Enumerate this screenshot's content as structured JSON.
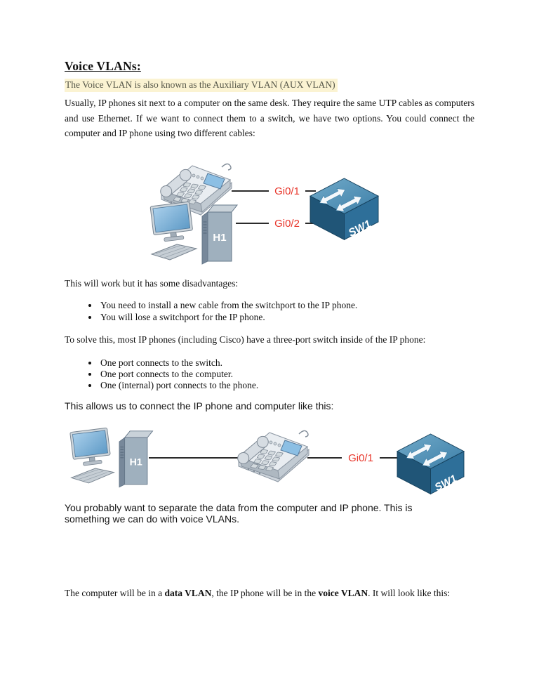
{
  "document": {
    "title": "Voice VLANs:",
    "highlight": "The Voice VLAN is also known as the Auxiliary VLAN (AUX VLAN)",
    "intro": "Usually, IP phones sit next to a computer on the same desk. They require the same UTP cables as computers and use Ethernet. If we want to connect them to a switch, we have two options. You could connect the computer and IP phone using two different cables:",
    "disadvantages_heading": "This will work but it has some disadvantages:",
    "disadvantages": [
      "You need to install a new cable from the switchport to the IP phone.",
      "You will lose a switchport for the IP phone."
    ],
    "solution_heading": "To solve this, most IP phones (including Cisco) have a three-port switch inside of the IP phone:",
    "three_ports": [
      "One port connects to the switch.",
      "One port connects to the computer.",
      "One (internal) port connects to the phone."
    ],
    "connect_note": "This allows us to connect the IP phone and computer like this:",
    "separate_note": "You probably want to separate the data from the computer and IP phone. This is something we can do with voice VLANs.",
    "closing": {
      "pre": "The computer will be in a ",
      "bold_data": "data VLAN",
      "mid": ", the IP phone will be in the ",
      "bold_voice": "voice VLAN",
      "post": ". It will look like this:"
    }
  },
  "diagrams": {
    "two_cables": {
      "devices": [
        {
          "type": "ip-phone",
          "label": ""
        },
        {
          "type": "host",
          "label": "H1"
        },
        {
          "type": "switch",
          "label": "SW1"
        }
      ],
      "links": [
        {
          "from": "ip-phone",
          "to": "SW1",
          "port": "Gi0/1"
        },
        {
          "from": "H1",
          "to": "SW1",
          "port": "Gi0/2"
        }
      ]
    },
    "internal_switch": {
      "devices": [
        {
          "type": "host",
          "label": "H1"
        },
        {
          "type": "ip-phone",
          "label": ""
        },
        {
          "type": "switch",
          "label": "SW1"
        }
      ],
      "links": [
        {
          "from": "H1",
          "to": "ip-phone",
          "port": ""
        },
        {
          "from": "ip-phone",
          "to": "SW1",
          "port": "Gi0/1"
        }
      ]
    }
  },
  "colors": {
    "highlight_bg": "#fbf3d2",
    "highlight_text": "#565749",
    "port_label_red": "#e8362b",
    "switch_top": "#4e8fb5",
    "switch_front": "#205577",
    "switch_side": "#2e6f99",
    "cable": "#2b2b2b"
  }
}
